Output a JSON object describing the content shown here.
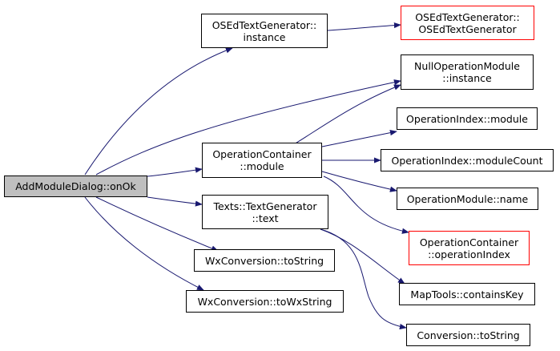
{
  "colors": {
    "edge": "#191970",
    "node_border": "#000000",
    "undocumented_border": "#ff0000",
    "root_fill": "#bfbfbf"
  },
  "nodes": {
    "root": {
      "lines": [
        "AddModuleDialog::onOk"
      ]
    },
    "osed_instance": {
      "lines": [
        "OSEdTextGenerator::",
        "instance"
      ]
    },
    "osed_ctor": {
      "lines": [
        "OSEdTextGenerator::",
        "OSEdTextGenerator"
      ]
    },
    "nullop_instance": {
      "lines": [
        "NullOperationModule",
        "::instance"
      ]
    },
    "opcontainer_module": {
      "lines": [
        "OperationContainer",
        "::module"
      ]
    },
    "opindex_module": {
      "lines": [
        "OperationIndex::module"
      ]
    },
    "opindex_modulecount": {
      "lines": [
        "OperationIndex::moduleCount"
      ]
    },
    "opmodule_name": {
      "lines": [
        "OperationModule::name"
      ]
    },
    "opcontainer_opindex": {
      "lines": [
        "OperationContainer",
        "::operationIndex"
      ]
    },
    "texts_text": {
      "lines": [
        "Texts::TextGenerator",
        "::text"
      ]
    },
    "wx_tostring": {
      "lines": [
        "WxConversion::toString"
      ]
    },
    "wx_towxstring": {
      "lines": [
        "WxConversion::toWxString"
      ]
    },
    "maptools_containskey": {
      "lines": [
        "MapTools::containsKey"
      ]
    },
    "conversion_tostring": {
      "lines": [
        "Conversion::toString"
      ]
    }
  },
  "edges": [
    {
      "from": "root",
      "to": "osed_instance"
    },
    {
      "from": "osed_instance",
      "to": "osed_ctor"
    },
    {
      "from": "root",
      "to": "nullop_instance"
    },
    {
      "from": "root",
      "to": "opcontainer_module"
    },
    {
      "from": "opcontainer_module",
      "to": "nullop_instance"
    },
    {
      "from": "opcontainer_module",
      "to": "opindex_module"
    },
    {
      "from": "opcontainer_module",
      "to": "opindex_modulecount"
    },
    {
      "from": "opcontainer_module",
      "to": "opmodule_name"
    },
    {
      "from": "opcontainer_module",
      "to": "opcontainer_opindex"
    },
    {
      "from": "root",
      "to": "texts_text"
    },
    {
      "from": "texts_text",
      "to": "maptools_containskey"
    },
    {
      "from": "texts_text",
      "to": "conversion_tostring"
    },
    {
      "from": "root",
      "to": "wx_tostring"
    },
    {
      "from": "root",
      "to": "wx_towxstring"
    }
  ]
}
